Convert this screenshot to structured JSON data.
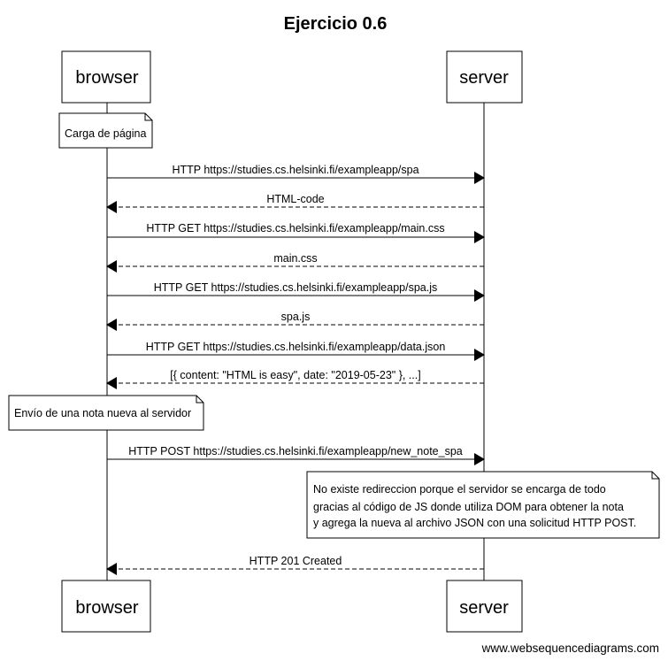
{
  "title": "Ejercicio 0.6",
  "participants": [
    {
      "id": "browser",
      "label": "browser"
    },
    {
      "id": "server",
      "label": "server"
    }
  ],
  "steps": [
    {
      "type": "note",
      "over": "browser",
      "lines": [
        "Carga de página"
      ]
    },
    {
      "type": "message",
      "from": "browser",
      "to": "server",
      "style": "solid",
      "label": "HTTP https://studies.cs.helsinki.fi/exampleapp/spa"
    },
    {
      "type": "message",
      "from": "server",
      "to": "browser",
      "style": "dashed",
      "label": "HTML-code"
    },
    {
      "type": "message",
      "from": "browser",
      "to": "server",
      "style": "solid",
      "label": "HTTP GET https://studies.cs.helsinki.fi/exampleapp/main.css"
    },
    {
      "type": "message",
      "from": "server",
      "to": "browser",
      "style": "dashed",
      "label": "main.css"
    },
    {
      "type": "message",
      "from": "browser",
      "to": "server",
      "style": "solid",
      "label": "HTTP GET https://studies.cs.helsinki.fi/exampleapp/spa.js"
    },
    {
      "type": "message",
      "from": "server",
      "to": "browser",
      "style": "dashed",
      "label": "spa.js"
    },
    {
      "type": "message",
      "from": "browser",
      "to": "server",
      "style": "solid",
      "label": "HTTP GET https://studies.cs.helsinki.fi/exampleapp/data.json"
    },
    {
      "type": "message",
      "from": "server",
      "to": "browser",
      "style": "dashed",
      "label": "[{ content: \"HTML is easy\", date: \"2019-05-23\" }, ...]"
    },
    {
      "type": "note",
      "over": "browser",
      "lines": [
        "Envío de una nota nueva al servidor"
      ]
    },
    {
      "type": "message",
      "from": "browser",
      "to": "server",
      "style": "solid",
      "label": "HTTP POST https://studies.cs.helsinki.fi/exampleapp/new_note_spa"
    },
    {
      "type": "note",
      "over": "server",
      "lines": [
        "No existe redireccion porque el servidor se encarga de todo",
        "gracias al código de JS donde utiliza DOM para obtener la nota",
        "y agrega la nueva al archivo JSON con una solicitud HTTP POST."
      ]
    },
    {
      "type": "message",
      "from": "server",
      "to": "browser",
      "style": "dashed",
      "label": "HTTP 201 Created"
    }
  ],
  "footer": "www.websequencediagrams.com"
}
